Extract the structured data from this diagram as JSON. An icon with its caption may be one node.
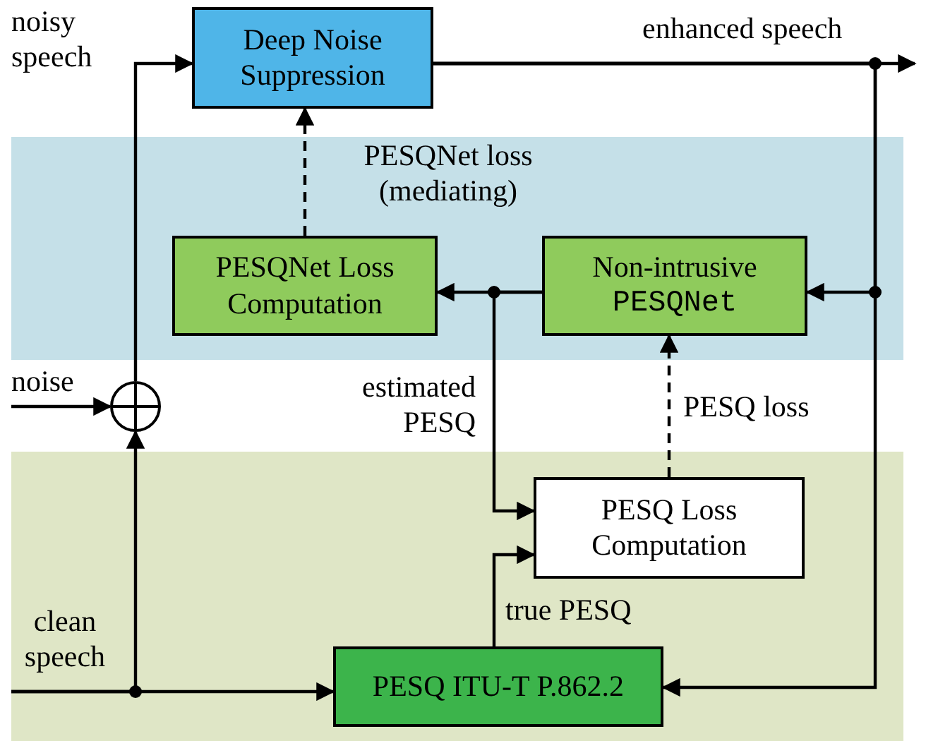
{
  "diagram": {
    "nodes": [
      {
        "text": [
          "Deep Noise Suppression"
        ]
      },
      {
        "text": [
          "PESQNet Loss Computation"
        ]
      },
      {
        "text": [
          "Non-intrusive",
          "PESQNet"
        ]
      },
      {
        "text": [
          "PESQ Loss Computation"
        ]
      },
      {
        "text": [
          "PESQ ITU-T P.862.2"
        ]
      },
      {
        "text": [],
        "shape": "circle"
      }
    ],
    "edges": [
      {
        "from": null,
        "to": 5,
        "arrow": "to",
        "label": "noise"
      },
      {
        "from": null,
        "to": 5,
        "arrow": "to"
      },
      {
        "from": null,
        "to": 4,
        "arrow": "to",
        "label": "clean speech"
      },
      {
        "from": 5,
        "to": 0,
        "arrow": "to",
        "label": "noisy speech"
      },
      {
        "from": 0,
        "to": null,
        "arrow": "to",
        "label": "enhanced speech"
      },
      {
        "from": 0,
        "to": 2,
        "arrow": "to"
      },
      {
        "from": 0,
        "to": 4,
        "arrow": "to"
      },
      {
        "from": 2,
        "to": 1,
        "arrow": "to"
      },
      {
        "from": 2,
        "to": 3,
        "arrow": "to",
        "label": "estimated PESQ"
      },
      {
        "from": 4,
        "to": 3,
        "arrow": "to",
        "label": "true PESQ"
      },
      {
        "from": 3,
        "to": 2,
        "arrow": "to",
        "label": "PESQ loss",
        "style": "dashed"
      },
      {
        "from": 1,
        "to": 0,
        "arrow": "to",
        "label": "PESQNet loss (mediating)",
        "style": "dashed"
      }
    ]
  }
}
